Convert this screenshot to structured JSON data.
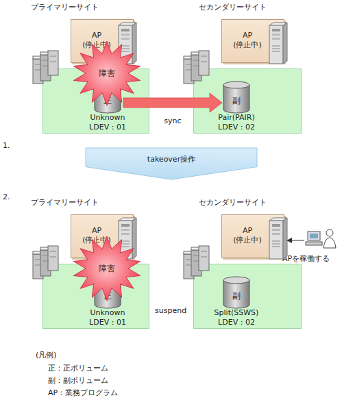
{
  "diagram": {
    "nodes": [
      {
        "text": [
          "AP",
          "(停止中)"
        ]
      },
      {
        "text": [
          "Unknown",
          "LDEV : 01"
        ]
      },
      {
        "text": [
          "正"
        ],
        "in": 1
      },
      {
        "text": [
          "障害"
        ]
      },
      {
        "text": [
          "AP",
          "(停止中)"
        ]
      },
      {
        "text": [
          "Pair(PAIR)",
          "LDEV : 02"
        ]
      },
      {
        "text": [
          "副"
        ],
        "in": 5
      },
      {
        "text": [
          "takeover操作"
        ]
      },
      {
        "text": [
          "AP",
          "(停止中)"
        ]
      },
      {
        "text": [
          "Unknown",
          "LDEV : 01"
        ]
      },
      {
        "text": [
          "正"
        ],
        "in": 9
      },
      {
        "text": [
          "障害"
        ]
      },
      {
        "text": [
          "AP",
          "(停止中)"
        ]
      },
      {
        "text": [
          "Split(SSWS)",
          "LDEV : 02"
        ]
      },
      {
        "text": [
          "副"
        ],
        "in": 13
      }
    ],
    "edges": [
      {
        "from": 2,
        "to": 6,
        "arrow": "to",
        "label": "sync"
      }
    ],
    "labels": [
      "プライマリーサイト",
      "セカンダリーサイト",
      "1.",
      "2.",
      "プライマリーサイト",
      "セカンダリーサイト",
      "suspend",
      "APを稼働する",
      "(凡例)"
    ],
    "legend": [
      {
        "text": "正：正ボリューム"
      },
      {
        "text": "副：副ボリューム"
      },
      {
        "text": "AP：業務プログラム"
      }
    ]
  }
}
